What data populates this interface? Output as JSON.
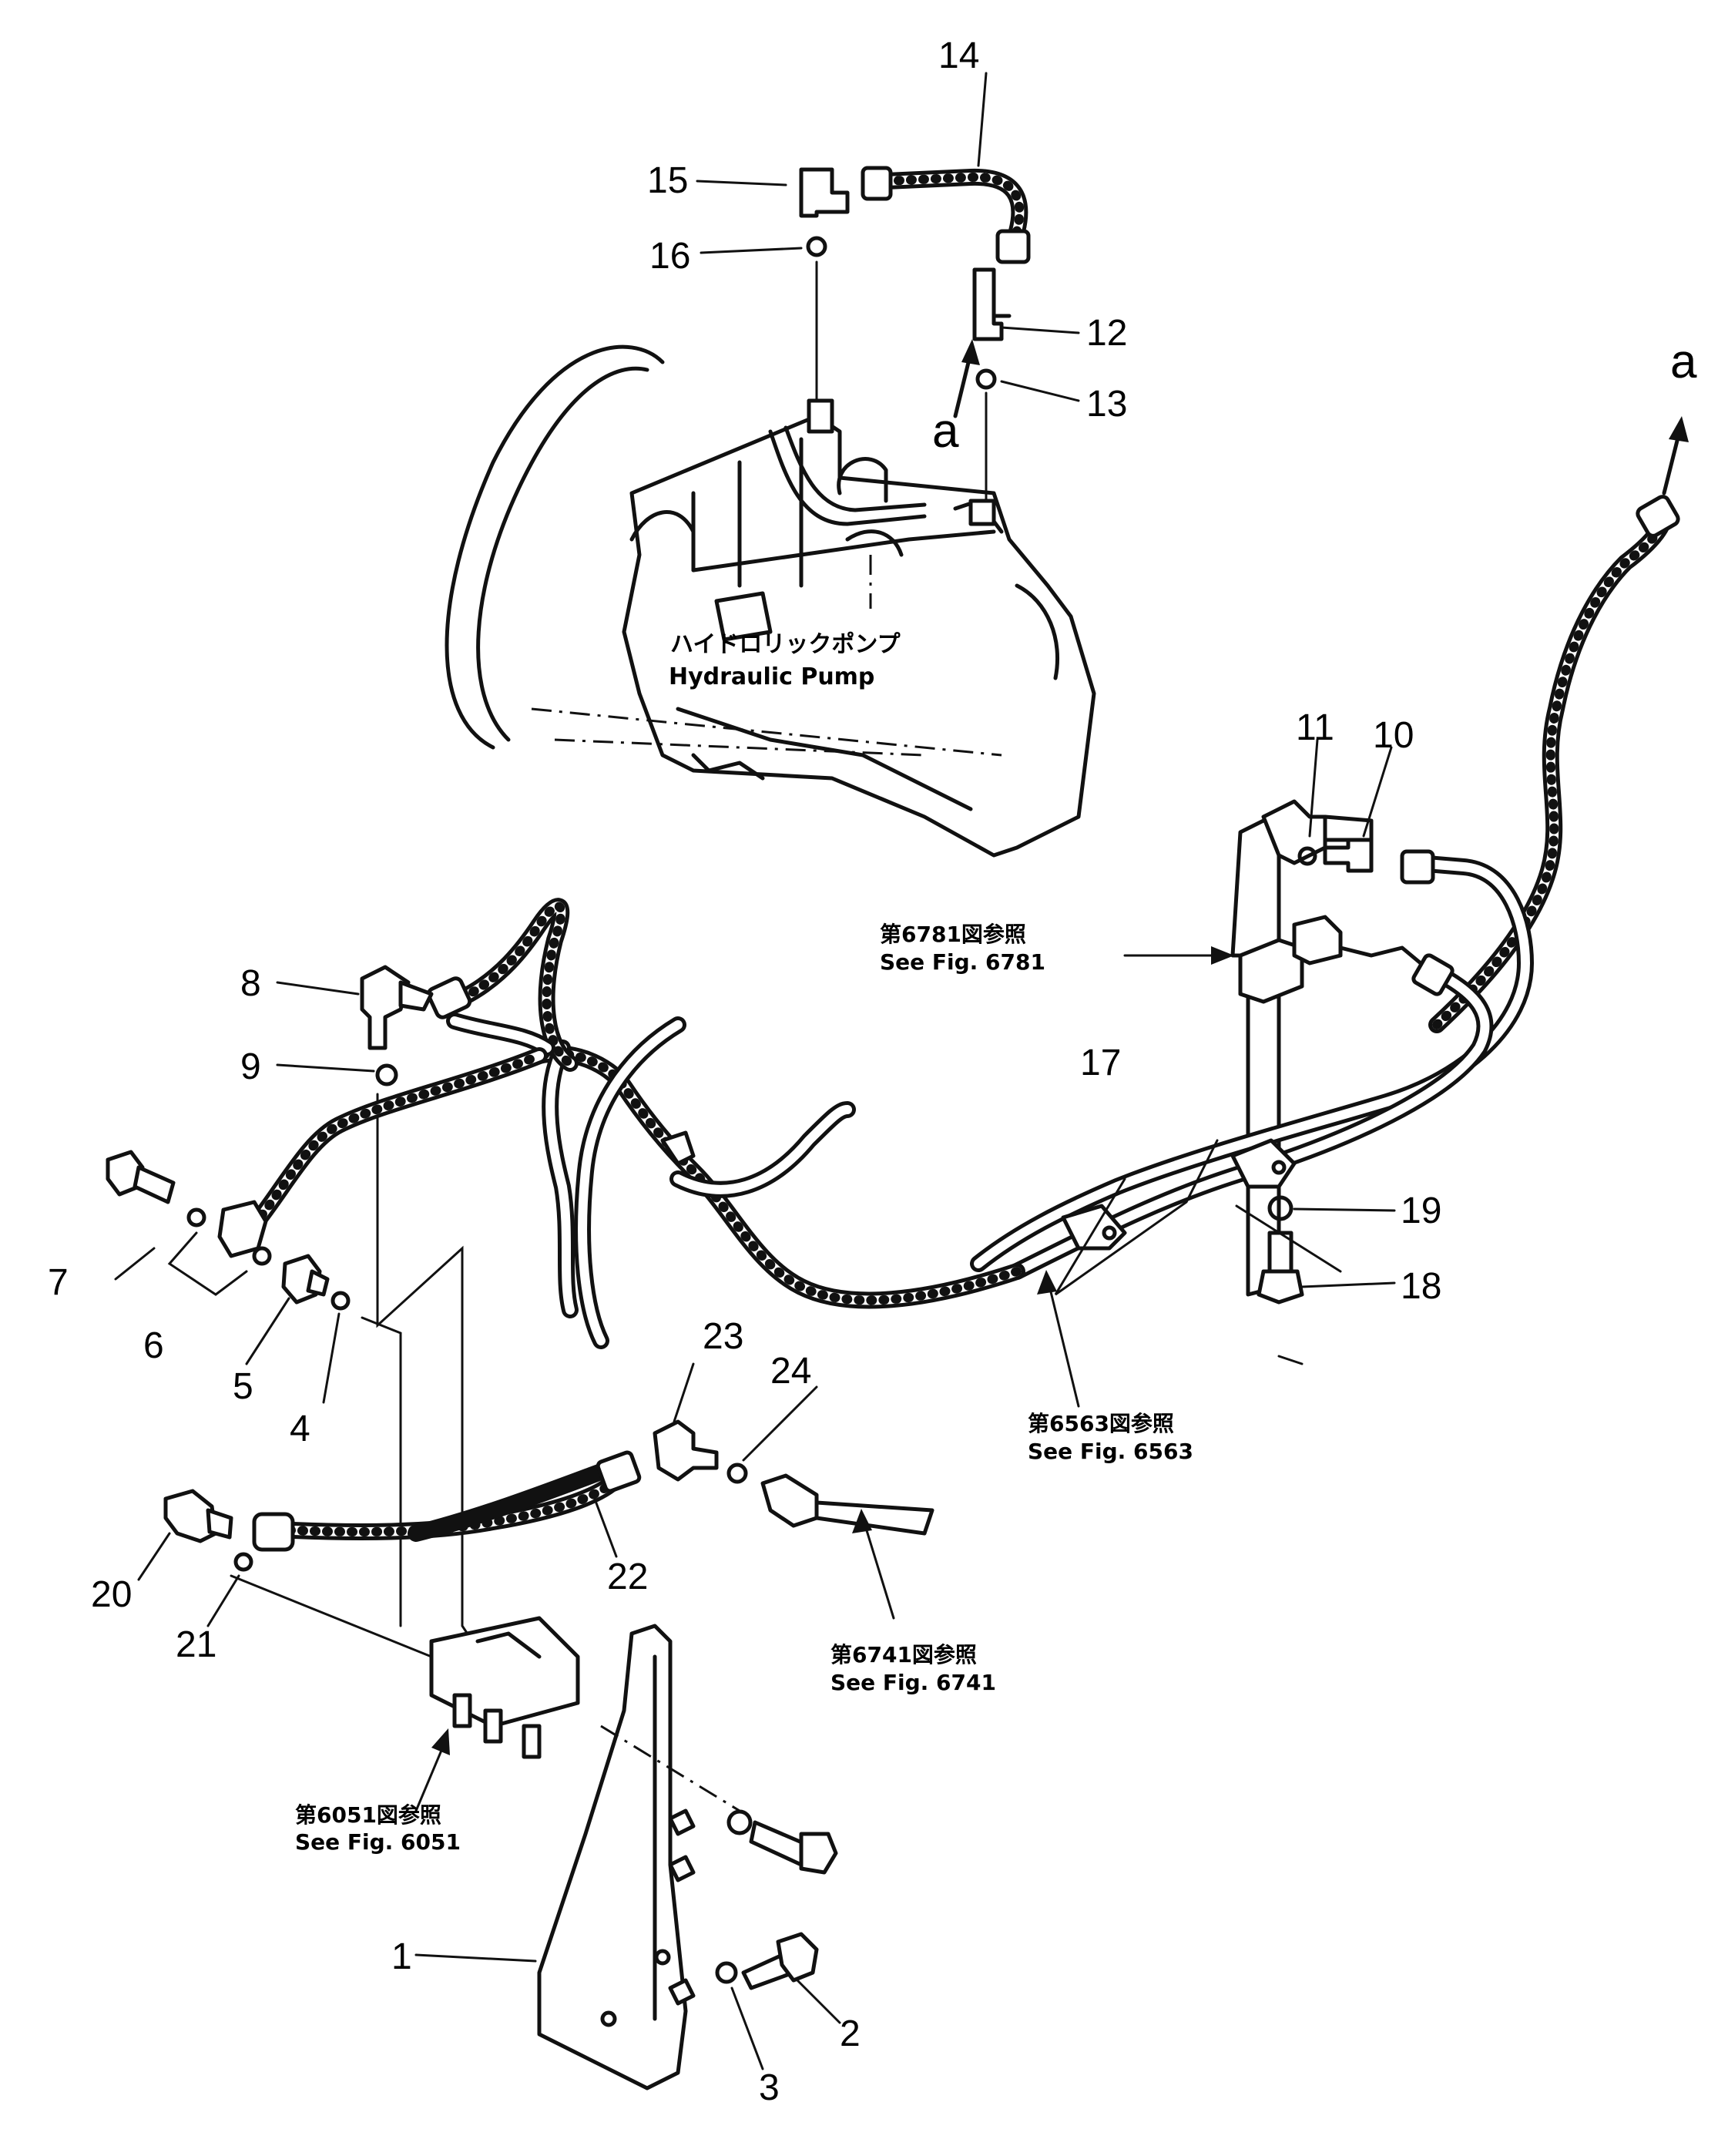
{
  "pump": {
    "label_jp": "ハイドロリックポンプ",
    "label_en": "Hydraulic Pump"
  },
  "refs": [
    {
      "id": "fig6781",
      "jp": "第6781図参照",
      "en": "See  Fig.  6781"
    },
    {
      "id": "fig6563",
      "jp": "第6563図参照",
      "en": "See  Fig.  6563"
    },
    {
      "id": "fig6741",
      "jp": "第6741図参照",
      "en": "See  Fig.  6741"
    },
    {
      "id": "fig6051",
      "jp": "第6051図参照",
      "en": "See  Fig.  6051"
    }
  ],
  "connection_letter": "a",
  "callouts": [
    "1",
    "2",
    "3",
    "4",
    "5",
    "6",
    "7",
    "8",
    "9",
    "10",
    "11",
    "12",
    "13",
    "14",
    "15",
    "16",
    "17",
    "18",
    "19",
    "20",
    "21",
    "22",
    "23",
    "24"
  ]
}
